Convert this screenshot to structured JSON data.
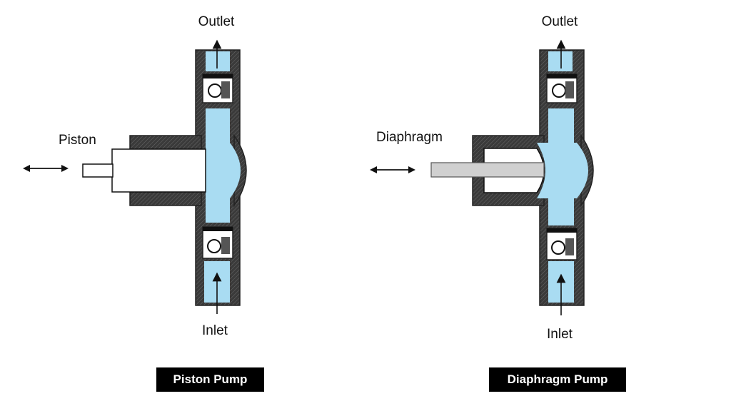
{
  "colors": {
    "fluid": "#a9dcf2",
    "housing": "#3a3a3a",
    "piston": "#ffffff",
    "rod": "#d0d0d0",
    "caption_bg": "#000000",
    "caption_text": "#ffffff"
  },
  "piston_pump": {
    "outlet_label": "Outlet",
    "inlet_label": "Inlet",
    "actuator_label": "Piston",
    "caption": "Piston Pump",
    "motion_icon": "double-arrow-icon"
  },
  "diaphragm_pump": {
    "outlet_label": "Outlet",
    "inlet_label": "Inlet",
    "actuator_label": "Diaphragm",
    "caption": "Diaphragm Pump",
    "motion_icon": "double-arrow-icon"
  }
}
